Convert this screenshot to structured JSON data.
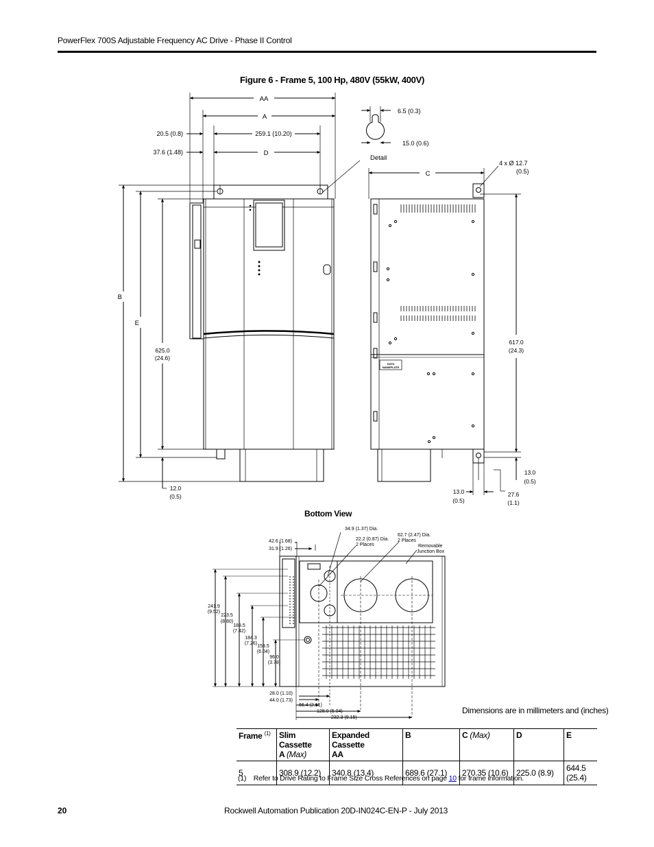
{
  "header": {
    "title": "PowerFlex 700S Adjustable Frequency AC Drive - Phase II Control"
  },
  "figure": {
    "title": "Figure 6 - Frame 5, 100 Hp, 480V (55kW, 400V)",
    "front_view": {
      "label_aa": "AA",
      "label_a": "A",
      "label_d": "D",
      "label_b": "B",
      "label_e": "E",
      "dim_20_5": "20.5 (0.8)",
      "dim_37_6": "37.6 (1.48)",
      "dim_259_1": "259.1 (10.20)",
      "dim_625_0": "625.0",
      "dim_625_0_in": "(24.6)",
      "dim_12_0": "12.0",
      "dim_12_0_in": "(0.5)"
    },
    "detail": {
      "label": "Detail",
      "dim_6_5": "6.5 (0.3)",
      "dim_15_0": "15.0 (0.6)"
    },
    "side_view": {
      "label_c": "C",
      "hole_note_1": "4 x Ø 12.7",
      "hole_note_2": "(0.5)",
      "dim_617_0": "617.0",
      "dim_617_0_in": "(24.3)",
      "dim_13_0_right": "13.0",
      "dim_13_0_right_in": "(0.5)",
      "dim_13_0_bottom": "13.0",
      "dim_13_0_bottom_in": "(0.5)",
      "dim_27_6": "27.6",
      "dim_27_6_in": "(1.1)",
      "nameplate_1": "DATA",
      "nameplate_2": "NAMEPLATE"
    },
    "bottom_view": {
      "label": "Bottom View",
      "dim_34_9": "34.9 (1.37) Dia.",
      "dim_22_2": "22.2 (0.87) Dia.",
      "dim_22_2_note": "2 Places",
      "dim_62_7": "62.7 (2.47) Dia.",
      "dim_62_7_note": "2 Places",
      "removable_1": "Removable",
      "removable_2": "Junction Box",
      "dim_42_6": "42.6 (1.68)",
      "dim_31_9": "31.9 (1.26)",
      "dim_241_9": "241.9",
      "dim_241_9_in": "(9.52)",
      "dim_223_5": "223.5",
      "dim_223_5_in": "(8.80)",
      "dim_188_5": "188.5",
      "dim_188_5_in": "(7.42)",
      "dim_184_3": "184.3",
      "dim_184_3_in": "(7.26)",
      "dim_153_5": "153.5",
      "dim_153_5_in": "(6.04)",
      "dim_96_0": "96.0",
      "dim_96_0_in": "(3.78)",
      "dim_28_0": "28.0 (1.10)",
      "dim_44_0": "44.0 (1.73)",
      "dim_66_4": "66.4 (2.61)",
      "dim_128_0": "128.0 (5.04)",
      "dim_232_3": "232.3 (9.15)"
    },
    "note": "Dimensions are in millimeters and (inches)"
  },
  "table": {
    "headers": [
      {
        "main": "Frame",
        "sup": "(1)",
        "sub": ""
      },
      {
        "main": "Slim Cassette",
        "sub_bold": "A",
        "sub": "(Max)"
      },
      {
        "main": "Expanded Cassette",
        "sub_bold": "AA",
        "sub": ""
      },
      {
        "main": "B",
        "sub": ""
      },
      {
        "main": "C",
        "sub": "(Max)"
      },
      {
        "main": "D",
        "sub": ""
      },
      {
        "main": "E",
        "sub": ""
      }
    ],
    "rows": [
      [
        "5",
        "308.9 (12.2)",
        "340.8 (13.4)",
        "689.6 (27.1)",
        "270.35 (10.6)",
        "225.0 (8.9)",
        "644.5 (25.4)"
      ]
    ]
  },
  "footnote": {
    "number": "(1)",
    "text_before": "Refer to Drive Rating to Frame Size Cross References on page",
    "link": "10",
    "text_after": "for frame information."
  },
  "footer": {
    "page": "20",
    "publication": "Rockwell Automation Publication 20D-IN024C-EN-P - July 2013"
  }
}
